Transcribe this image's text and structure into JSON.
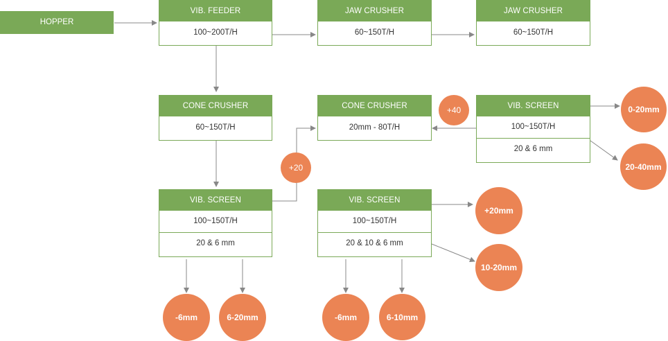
{
  "hopper": {
    "label": "HOPPER"
  },
  "vib_feeder": {
    "title": "VIB. FEEDER",
    "capacity": "100~200T/H"
  },
  "jaw_crusher_1": {
    "title": "JAW CRUSHER",
    "capacity": "60~150T/H"
  },
  "jaw_crusher_2": {
    "title": "JAW CRUSHER",
    "capacity": "60~150T/H"
  },
  "cone_crusher_1": {
    "title": "CONE CRUSHER",
    "capacity": "60~150T/H"
  },
  "cone_crusher_2": {
    "title": "CONE CRUSHER",
    "capacity": "20mm - 80T/H"
  },
  "vib_screen_top": {
    "title": "VIB. SCREEN",
    "capacity": "100~150T/H",
    "mesh": "20 & 6 mm"
  },
  "vib_screen_left": {
    "title": "VIB. SCREEN",
    "capacity": "100~150T/H",
    "mesh": "20 & 6 mm"
  },
  "vib_screen_mid": {
    "title": "VIB. SCREEN",
    "capacity": "100~150T/H",
    "mesh": "20 & 10 & 6 mm"
  },
  "products": {
    "plus40": "+40",
    "plus20": "+20",
    "p0_20": "0-20mm",
    "p20_40": "20-40mm",
    "plus20mm": "+20mm",
    "p10_20": "10-20mm",
    "minus6_left": "-6mm",
    "p6_20": "6-20mm",
    "minus6_mid": "-6mm",
    "p6_10": "6-10mm"
  },
  "colors": {
    "box": "#7aa957",
    "circle": "#eb8454",
    "arrow": "#888888"
  }
}
